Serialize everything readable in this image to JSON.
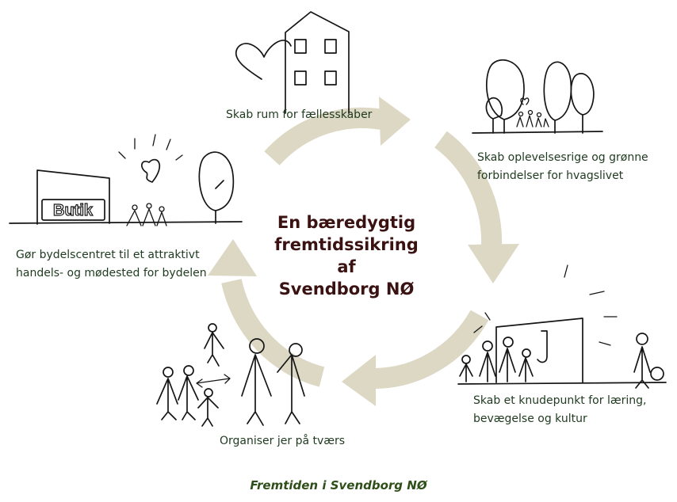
{
  "diagram": {
    "center_title": [
      "En bæredygtig",
      "fremtidssikring af",
      "Svendborg NØ"
    ],
    "colors": {
      "cycle_arrow": "#dcd8c4",
      "title": "#3b1212",
      "labels": "#1f3a1f",
      "footer": "#2f4f1a",
      "ink": "#151515"
    },
    "steps": [
      {
        "id": "community",
        "icon": "house-heart-icon",
        "lines": [
          "Skab rum for fællesskaber"
        ]
      },
      {
        "id": "green",
        "icon": "trees-icon",
        "lines": [
          "Skab oplevelsesrige og grønne",
          "forbindelser for hvagslivet"
        ]
      },
      {
        "id": "hub",
        "icon": "sports-hub-icon",
        "lines": [
          "Skab et knudepunkt for læring,",
          "bevægelse og kultur"
        ]
      },
      {
        "id": "organise",
        "icon": "people-group-icon",
        "lines": [
          "Organiser jer på tværs"
        ]
      },
      {
        "id": "center",
        "icon": "shop-icon",
        "lines": [
          "Gør bydelscentret til et attraktivt",
          "handels- og mødested for bydelen"
        ]
      }
    ],
    "shop_sign": "Butik"
  },
  "footer": "Fremtiden i Svendborg NØ"
}
